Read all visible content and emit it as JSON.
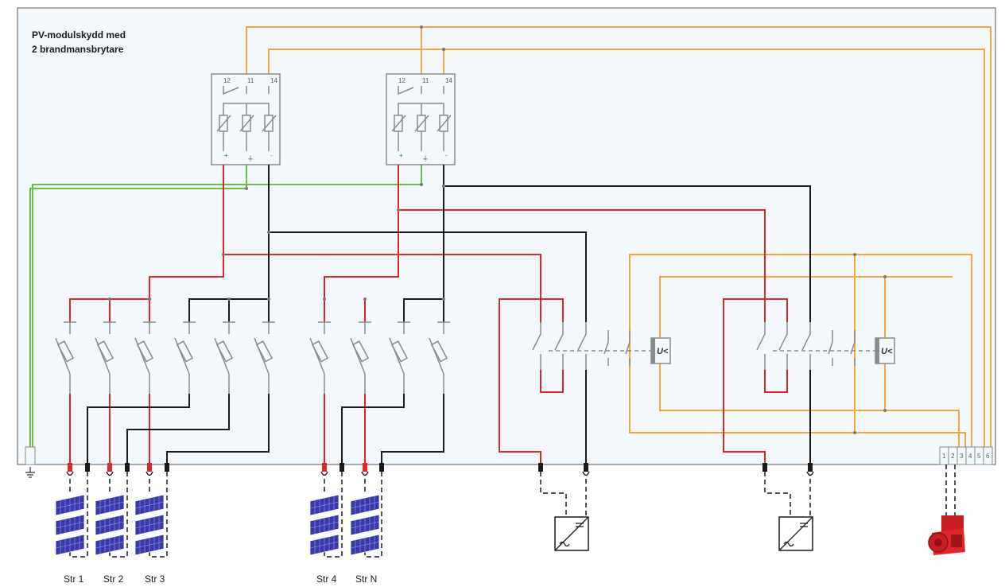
{
  "diagram": {
    "title_line1": "PV-modulskydd med",
    "title_line2": "2 brandmansbrytare",
    "colors": {
      "background": "#f2f8fb",
      "plus": "#e0262b",
      "minus": "#1a1a1a",
      "control": "#f4a640",
      "earth": "#6cc04a",
      "component": "#8a8a8a",
      "panel": "#3a37a8"
    },
    "fire_switches": [
      {
        "terminals": [
          "12",
          "11",
          "14"
        ],
        "poles": [
          "+",
          "⏚",
          "-"
        ]
      },
      {
        "terminals": [
          "12",
          "11",
          "14"
        ],
        "poles": [
          "+",
          "⏚",
          "-"
        ]
      }
    ],
    "undervoltage_label": "U<",
    "terminal_block": [
      "1",
      "2",
      "3",
      "4",
      "5",
      "6"
    ],
    "strings": [
      "Str 1",
      "Str 2",
      "Str 3",
      "Str 4",
      "Str N"
    ],
    "inverter_icon": "dc-ac-inverter-icon",
    "firefighter_switch_icon": "red-emergency-switch-icon",
    "earth_icon": "ground-icon"
  }
}
